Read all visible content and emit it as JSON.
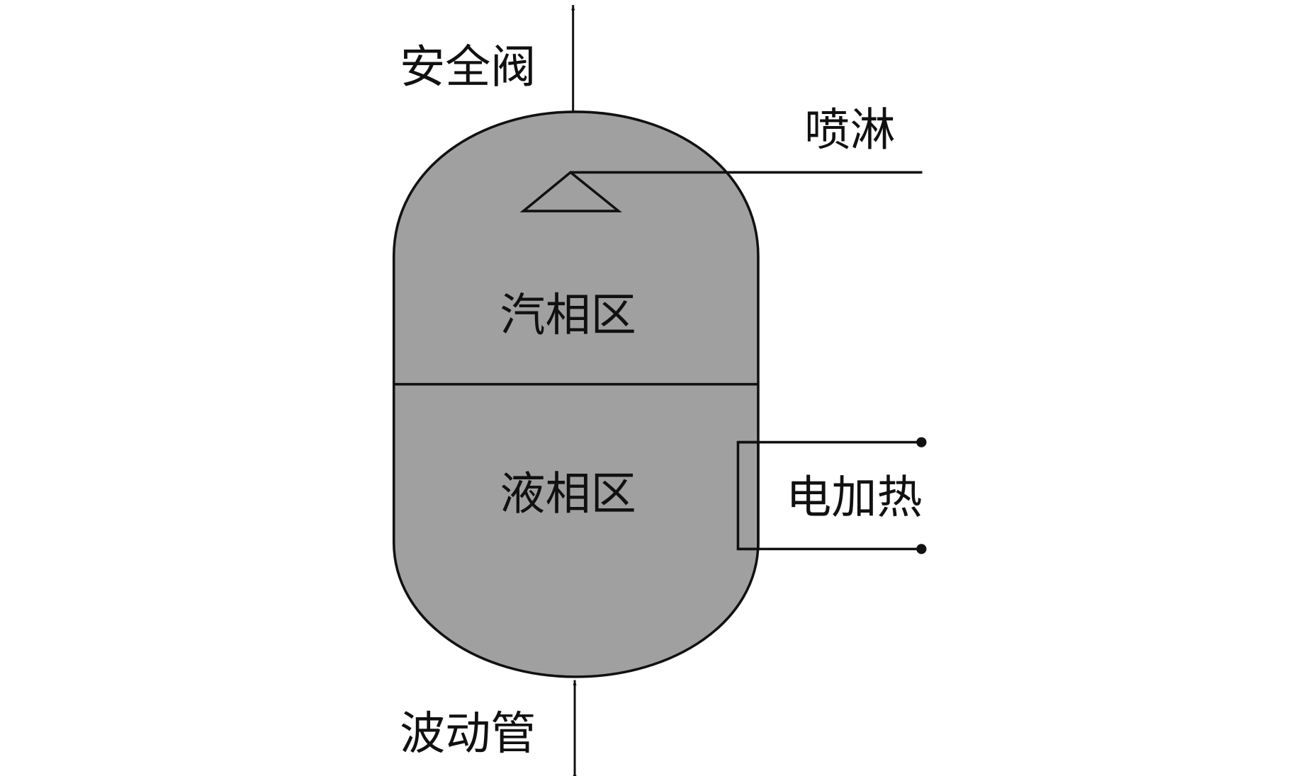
{
  "labels": {
    "safety_valve": "安全阀",
    "spray": "喷淋",
    "vapor_zone": "汽相区",
    "liquid_zone": "液相区",
    "electric_heater": "电加热",
    "surge_line": "波动管"
  },
  "colors": {
    "vessel_fill": "#a0a0a0",
    "stroke": "#111111"
  }
}
